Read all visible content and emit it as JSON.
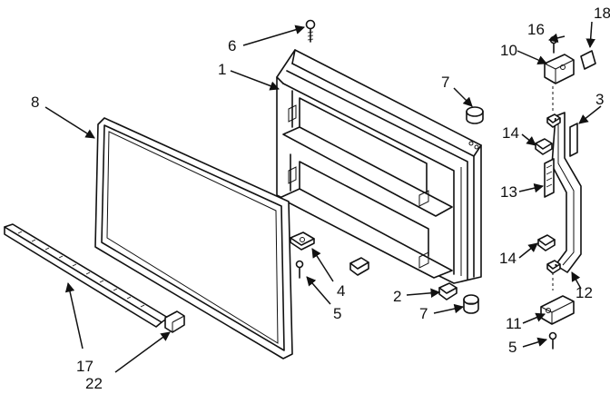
{
  "callouts": [
    "1",
    "2",
    "3",
    "4",
    "5",
    "5",
    "6",
    "7",
    "7",
    "8",
    "10",
    "11",
    "12",
    "13",
    "14",
    "14",
    "16",
    "17",
    "18",
    "22"
  ]
}
